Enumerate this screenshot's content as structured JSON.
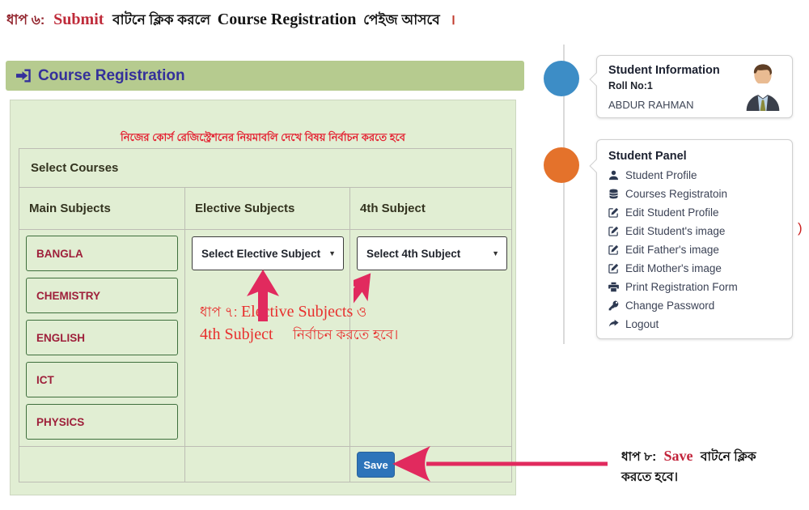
{
  "colors": {
    "accent_arrow": "#e12a5e",
    "header_bar_green": "#b6cb8f",
    "panel_green": "#e1eed3",
    "title_indigo": "#34309b",
    "subject_text": "#9e1f3a",
    "subject_border": "#3e6f3c",
    "save_button_blue": "#2d74ba",
    "instruction_red": "#e41f30",
    "annotation_red": "#e8302e",
    "circle_blue": "#3d8dc6",
    "circle_orange": "#e4722b"
  },
  "top_note": {
    "step": "ধাপ ৬:",
    "submit": "Submit",
    "mid": "বাটনে ক্লিক করলে",
    "course": "Course Registration",
    "end": "পেইজ আসবে",
    "danda": "।"
  },
  "course_registration": {
    "title": "Course Registration",
    "instruction": "নিজের কোর্স রেজিস্ট্রেশনের নিয়মাবলি দেখে বিষয় নির্বাচন করতে হবে",
    "select_courses_label": "Select Courses",
    "columns": [
      "Main Subjects",
      "Elective Subjects",
      "4th Subject"
    ],
    "main_subjects": [
      "BANGLA",
      "CHEMISTRY",
      "ENGLISH",
      "ICT",
      "PHYSICS"
    ],
    "elective_dropdown_value": "Select Elective Subject",
    "fourth_dropdown_value": "Select 4th Subject",
    "dropdown_caret": "▼",
    "save_label": "Save"
  },
  "annotation_step7": {
    "step": "ধাপ ৭:",
    "line1_en": "Elective Subjects",
    "line1_conj": "ও",
    "line2_en": "4th Subject",
    "line2_bn": "নির্বাচন করতে হবে।"
  },
  "annotation_step8": {
    "step": "ধাপ ৮:",
    "save": "Save",
    "line1_rest": "বাটনে ক্লিক",
    "line2": "করতে হবে।"
  },
  "sidebar": {
    "student_info": {
      "title": "Student Information",
      "roll": "Roll No:1",
      "name": "ABDUR RAHMAN"
    },
    "student_panel": {
      "title": "Student Panel",
      "items": [
        {
          "icon": "user-icon",
          "label": "Student Profile"
        },
        {
          "icon": "database-icon",
          "label": "Courses Registratoin"
        },
        {
          "icon": "edit-icon",
          "label": "Edit Student Profile"
        },
        {
          "icon": "edit-icon",
          "label": "Edit Student's image"
        },
        {
          "icon": "edit-icon",
          "label": "Edit Father's image"
        },
        {
          "icon": "edit-icon",
          "label": "Edit Mother's image"
        },
        {
          "icon": "print-icon",
          "label": "Print Registration Form"
        },
        {
          "icon": "key-icon",
          "label": "Change Password"
        },
        {
          "icon": "logout-icon",
          "label": "Logout"
        }
      ]
    },
    "stray_mark": ")"
  }
}
